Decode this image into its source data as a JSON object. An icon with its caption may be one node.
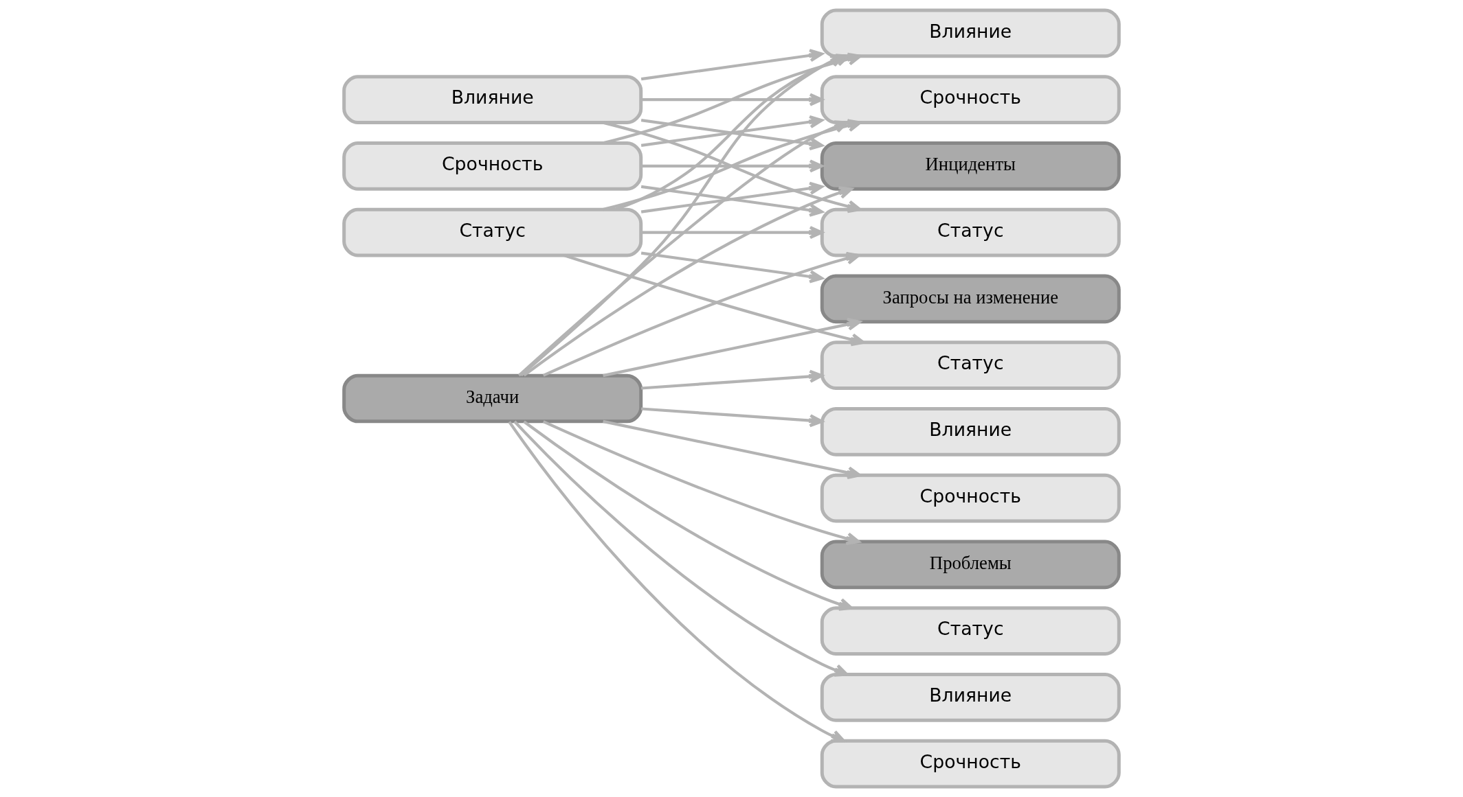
{
  "diagram": {
    "nodes": [
      {
        "text": [
          "Задачи"
        ]
      },
      {
        "text": [
          "Статус"
        ]
      },
      {
        "text": [
          "Влияние"
        ]
      },
      {
        "text": [
          "Срочность"
        ]
      },
      {
        "text": [
          "Инциденты"
        ]
      },
      {
        "text": [
          "Статус"
        ]
      },
      {
        "text": [
          "Влияние"
        ]
      },
      {
        "text": [
          "Срочность"
        ]
      },
      {
        "text": [
          "Запросы на изменение"
        ]
      },
      {
        "text": [
          "Статус"
        ]
      },
      {
        "text": [
          "Влияние"
        ]
      },
      {
        "text": [
          "Срочность"
        ]
      },
      {
        "text": [
          "Проблемы"
        ]
      },
      {
        "text": [
          "Статус"
        ]
      },
      {
        "text": [
          "Влияние"
        ]
      },
      {
        "text": [
          "Срочность"
        ]
      }
    ],
    "edges": [
      {
        "from": 0,
        "to": 4,
        "arrow": "to"
      },
      {
        "from": 0,
        "to": 5,
        "arrow": "to"
      },
      {
        "from": 0,
        "to": 6,
        "arrow": "to"
      },
      {
        "from": 0,
        "to": 7,
        "arrow": "to"
      },
      {
        "from": 1,
        "to": 4,
        "arrow": "to"
      },
      {
        "from": 1,
        "to": 5,
        "arrow": "to"
      },
      {
        "from": 1,
        "to": 6,
        "arrow": "to"
      },
      {
        "from": 1,
        "to": 7,
        "arrow": "to"
      },
      {
        "from": 2,
        "to": 4,
        "arrow": "to"
      },
      {
        "from": 2,
        "to": 5,
        "arrow": "to"
      },
      {
        "from": 2,
        "to": 6,
        "arrow": "to"
      },
      {
        "from": 2,
        "to": 7,
        "arrow": "to"
      },
      {
        "from": 3,
        "to": 4,
        "arrow": "to"
      },
      {
        "from": 3,
        "to": 5,
        "arrow": "to"
      },
      {
        "from": 3,
        "to": 6,
        "arrow": "to"
      },
      {
        "from": 3,
        "to": 7,
        "arrow": "to"
      },
      {
        "from": 0,
        "to": 8,
        "arrow": "to"
      },
      {
        "from": 0,
        "to": 9,
        "arrow": "to"
      },
      {
        "from": 1,
        "to": 8,
        "arrow": "to"
      },
      {
        "from": 1,
        "to": 9,
        "arrow": "to"
      },
      {
        "from": 0,
        "to": 10,
        "arrow": "to"
      },
      {
        "from": 0,
        "to": 11,
        "arrow": "to"
      },
      {
        "from": 0,
        "to": 12,
        "arrow": "to"
      },
      {
        "from": 0,
        "to": 13,
        "arrow": "to"
      },
      {
        "from": 0,
        "to": 14,
        "arrow": "to"
      },
      {
        "from": 0,
        "to": 15,
        "arrow": "to"
      }
    ]
  }
}
